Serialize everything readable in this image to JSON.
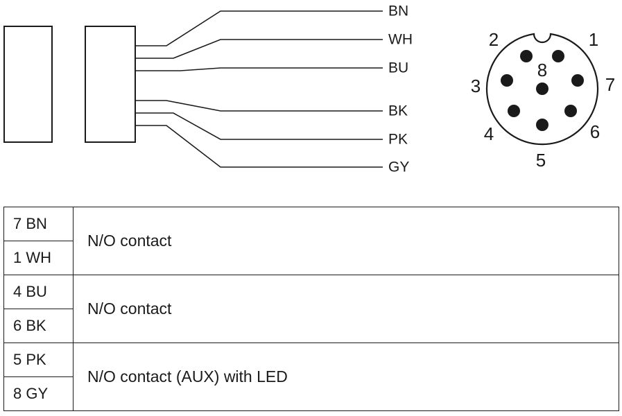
{
  "diagram": {
    "wire_labels": [
      "BN",
      "WH",
      "BU",
      "BK",
      "PK",
      "GY"
    ],
    "connector": {
      "pins": [
        "1",
        "2",
        "3",
        "4",
        "5",
        "6",
        "7",
        "8"
      ]
    }
  },
  "table": {
    "groups": [
      {
        "pins": [
          "7 BN",
          "1 WH"
        ],
        "description": "N/O contact"
      },
      {
        "pins": [
          "4 BU",
          "6 BK"
        ],
        "description": "N/O contact"
      },
      {
        "pins": [
          "5 PK",
          "8 GY"
        ],
        "description": "N/O contact (AUX) with LED"
      }
    ]
  }
}
